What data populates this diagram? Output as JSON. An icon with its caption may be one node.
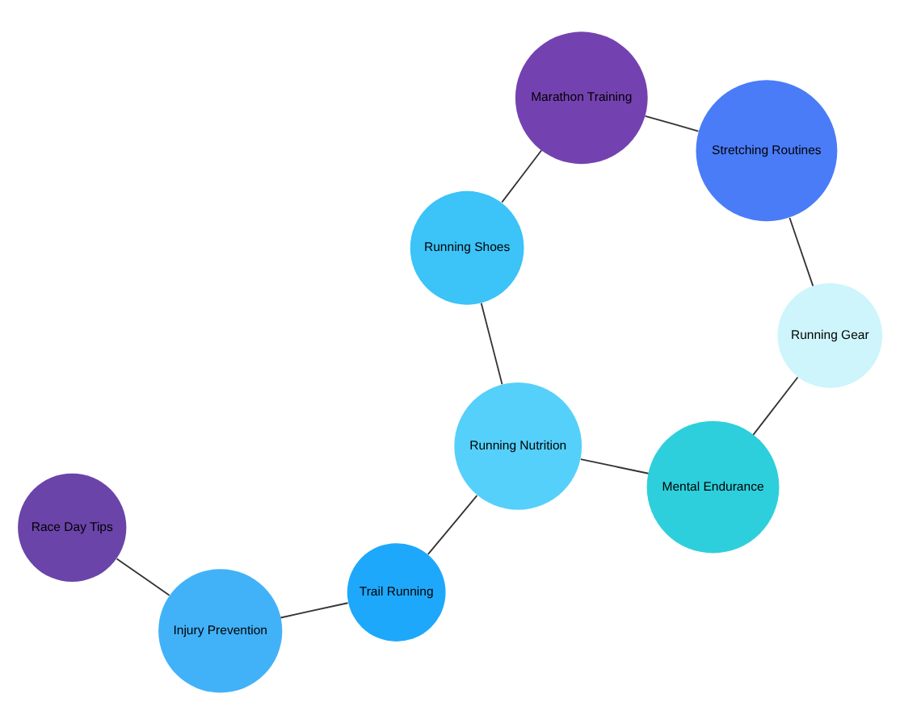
{
  "diagram": {
    "nodes": [
      {
        "text": [
          "Trail Running"
        ]
      },
      {
        "text": [
          "Marathon Training"
        ]
      },
      {
        "text": [
          "Injury Prevention"
        ]
      },
      {
        "text": [
          "Running Shoes"
        ]
      },
      {
        "text": [
          "Running Nutrition"
        ]
      },
      {
        "text": [
          "Race Day Tips"
        ]
      },
      {
        "text": [
          "Stretching Routines"
        ]
      },
      {
        "text": [
          "Running Gear"
        ]
      },
      {
        "text": [
          "Mental Endurance"
        ]
      }
    ],
    "edges": [
      {
        "from": 1,
        "to": 3,
        "arrow": "none"
      },
      {
        "from": 1,
        "to": 6,
        "arrow": "none"
      },
      {
        "from": 0,
        "to": 2,
        "arrow": "none"
      },
      {
        "from": 0,
        "to": 4,
        "arrow": "none"
      },
      {
        "from": 2,
        "to": 5,
        "arrow": "none"
      },
      {
        "from": 3,
        "to": 4,
        "arrow": "none"
      },
      {
        "from": 4,
        "to": 8,
        "arrow": "none"
      },
      {
        "from": 6,
        "to": 7,
        "arrow": "none"
      },
      {
        "from": 8,
        "to": 7,
        "arrow": "none"
      }
    ]
  }
}
